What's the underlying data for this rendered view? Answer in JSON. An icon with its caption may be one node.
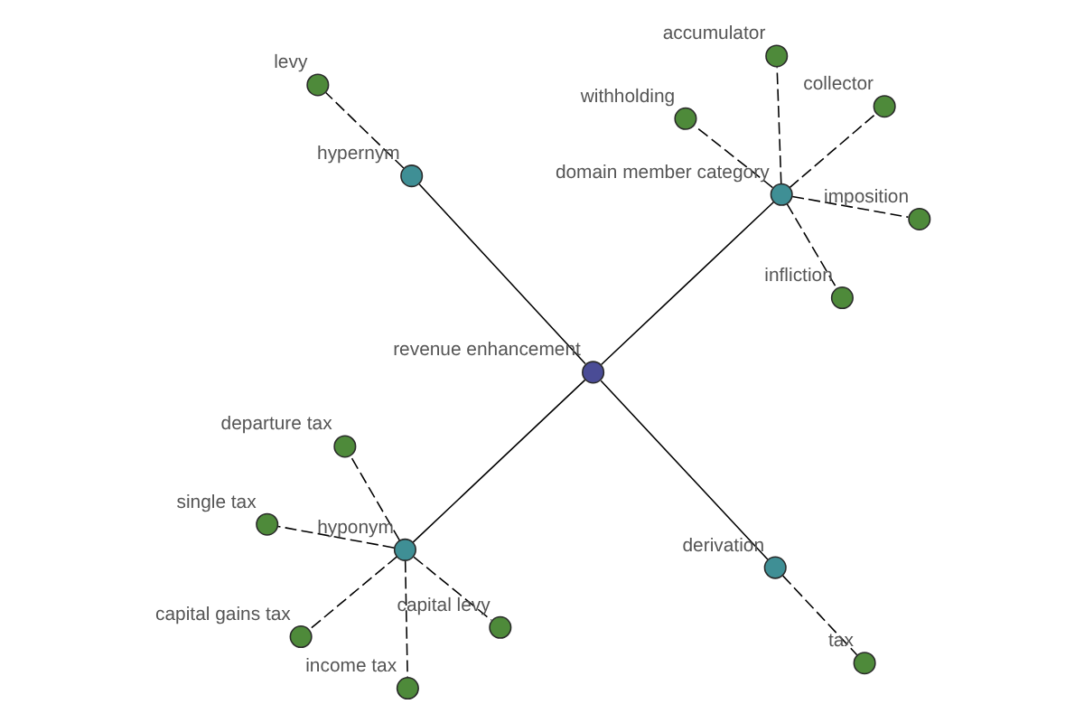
{
  "diagram": {
    "nodes": [
      {
        "text": [
          "departure tax"
        ]
      },
      {
        "text": [
          "capital gains tax"
        ]
      },
      {
        "text": [
          "capital levy"
        ]
      },
      {
        "text": [
          "single tax"
        ]
      },
      {
        "text": [
          "hyponym"
        ]
      },
      {
        "text": [
          "income tax"
        ]
      },
      {
        "text": [
          "revenue enhancement"
        ]
      },
      {
        "text": [
          "hypernym"
        ]
      },
      {
        "text": [
          "levy"
        ]
      },
      {
        "text": [
          "tax"
        ]
      },
      {
        "text": [
          "derivation"
        ]
      },
      {
        "text": [
          "collector"
        ]
      },
      {
        "text": [
          "domain member category"
        ]
      },
      {
        "text": [
          "imposition"
        ]
      },
      {
        "text": [
          "infliction"
        ]
      },
      {
        "text": [
          "withholding"
        ]
      },
      {
        "text": [
          "accumulator"
        ]
      }
    ],
    "edges": [
      {
        "from": 6,
        "to": 4,
        "arrow": "none"
      },
      {
        "from": 6,
        "to": 7,
        "arrow": "none"
      },
      {
        "from": 6,
        "to": 10,
        "arrow": "none"
      },
      {
        "from": 6,
        "to": 12,
        "arrow": "none"
      },
      {
        "from": 4,
        "to": 0,
        "arrow": "none",
        "style": "dashed"
      },
      {
        "from": 4,
        "to": 1,
        "arrow": "none",
        "style": "dashed"
      },
      {
        "from": 4,
        "to": 2,
        "arrow": "none",
        "style": "dashed"
      },
      {
        "from": 4,
        "to": 3,
        "arrow": "none",
        "style": "dashed"
      },
      {
        "from": 4,
        "to": 5,
        "arrow": "none",
        "style": "dashed"
      },
      {
        "from": 7,
        "to": 8,
        "arrow": "none",
        "style": "dashed"
      },
      {
        "from": 10,
        "to": 9,
        "arrow": "none",
        "style": "dashed"
      },
      {
        "from": 12,
        "to": 11,
        "arrow": "none",
        "style": "dashed"
      },
      {
        "from": 12,
        "to": 13,
        "arrow": "none",
        "style": "dashed"
      },
      {
        "from": 12,
        "to": 14,
        "arrow": "none",
        "style": "dashed"
      },
      {
        "from": 12,
        "to": 15,
        "arrow": "none",
        "style": "dashed"
      },
      {
        "from": 12,
        "to": 16,
        "arrow": "none",
        "style": "dashed"
      }
    ]
  }
}
